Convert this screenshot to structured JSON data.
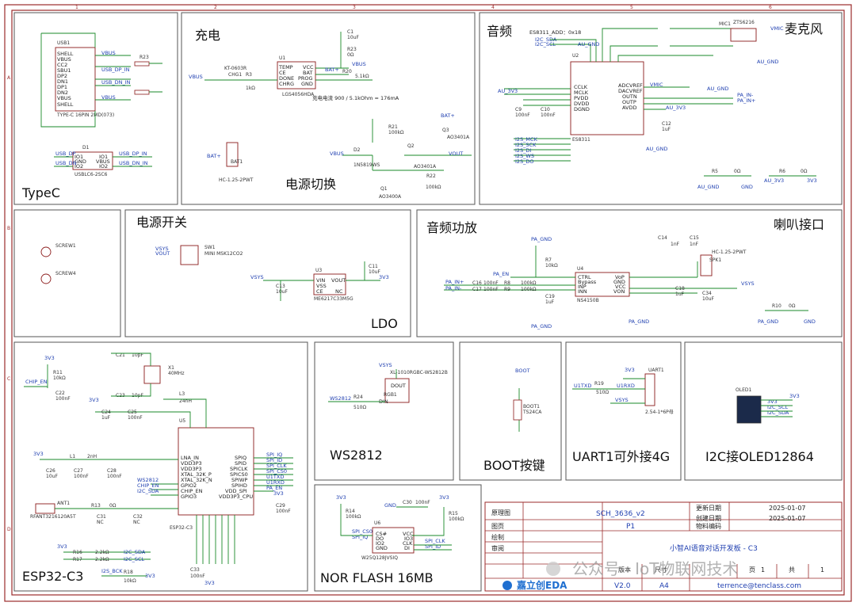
{
  "blocks": {
    "typec": "TypeC",
    "charge": "充电",
    "audio": "音频",
    "mic": "麦克风",
    "power_switch_path": "电源切换",
    "power_switch": "电源开关",
    "ldo": "LDO",
    "amp": "音频功放",
    "speaker": "喇叭接口",
    "esp": "ESP32-C3",
    "ws": "WS2812",
    "boot": "BOOT按键",
    "uart": "UART1可外接4G",
    "oled": "I2C接OLED12864",
    "flash": "NOR FLASH 16MB"
  },
  "components": {
    "usb1": "USB1",
    "usb1_part": "TYPE-C 16PIN 2MD(073)",
    "d1": "D1",
    "d1_part": "USBLC6-2SC6",
    "u1": "U1",
    "u1_part": "LGS4056HDA",
    "chg1": "CHG1",
    "chg_led": "KT-0603R",
    "r3": "R3",
    "r3_val": "1kΩ",
    "c1": "C1",
    "c1_val": "10uF",
    "r23": "R23",
    "r23_val": "0Ω",
    "r20": "R20",
    "r20_val": "5.1kΩ",
    "charge_note": "充电电流 900 / 5.1kOhm = 176mA",
    "bat1": "BAT1",
    "bat1_part": "HC-1.25-2PWT",
    "r21": "R21",
    "r21_val": "100kΩ",
    "d2": "D2",
    "d2_part": "1N5819WS",
    "q1": "Q1",
    "q1_part": "AO3400A",
    "q2": "Q2",
    "q2_part": "AO3401A",
    "q3": "Q3",
    "q3_part": "AO3401A",
    "r22": "R22",
    "r22_val": "100kΩ",
    "u2": "U2",
    "u2_part": "ES8311",
    "es_addr": "ES8311_ADD：0x18",
    "mic1": "MIC1",
    "mic1_part": "ZTS6216",
    "c9": "C9",
    "c9_val": "100nF",
    "c10": "C10",
    "c10_val": "100nF",
    "c12": "C12",
    "c12_val": "1uF",
    "r5": "R5",
    "r5_val": "0Ω",
    "r6": "R6",
    "r6_val": "0Ω",
    "screw1": "SCREW1",
    "screw4": "SCREW4",
    "sw1": "SW1",
    "sw1_part": "MINI MSK12CO2",
    "u3": "U3",
    "u3_part": "ME6217C33M5G",
    "c11": "C11",
    "c11_val": "10uF",
    "c13": "C13",
    "c13_val": "10uF",
    "u4": "U4",
    "u4_part": "NS4150B",
    "r7": "R7",
    "r7_val": "10kΩ",
    "r8": "R8",
    "r8_val": "100kΩ",
    "r9": "R9",
    "r9_val": "100kΩ",
    "c16": "C16",
    "c16_val": "100nF",
    "c17": "C17",
    "c17_val": "100nF",
    "c19": "C19",
    "c19_val": "1uF",
    "c14": "C14",
    "c14_val": "1nF",
    "c15": "C15",
    "c15_val": "1nF",
    "c18": "C18",
    "c18_val": "1uF",
    "c34": "C34",
    "c34_val": "10uF",
    "spk1": "SPK1",
    "spk1_part": "HC-1.25-2PWT",
    "r10": "R10",
    "r10_val": "0Ω",
    "u5": "U5",
    "u5_part": "ESP32-C3",
    "x1": "X1",
    "x1_val": "40MHz",
    "c21": "C21",
    "c21_val": "10pF",
    "c23": "C23",
    "c23_val": "10pF",
    "l3": "L3",
    "l3_val": "24nH",
    "c24": "C24",
    "c24_val": "1uF",
    "c25": "C25",
    "c25_val": "100nF",
    "r11": "R11",
    "r11_val": "10kΩ",
    "c22": "C22",
    "c22_val": "100nF",
    "c26": "C26",
    "c26_val": "10uF",
    "c27": "C27",
    "c27_val": "100nF",
    "l1": "L1",
    "l1_val": "2nH",
    "c28": "C28",
    "c28_val": "100nF",
    "ant1": "ANT1",
    "ant1_part": "RFANT3216120A5T",
    "r13": "R13",
    "r13_val": "0Ω",
    "c31": "C31",
    "c31_val": "NC",
    "c32": "C32",
    "c32_val": "NC",
    "r16": "R16",
    "r16_val": "2.2kΩ",
    "r17": "R17",
    "r17_val": "2.2kΩ",
    "r18": "R18",
    "r18_val": "10kΩ",
    "c29": "C29",
    "c29_val": "100nF",
    "c33": "C33",
    "c33_val": "100nF",
    "rgb1": "RGB1",
    "rgb1_part": "XL-1010RGBC-WS2812B",
    "r24": "R24",
    "r24_val": "510Ω",
    "boot1": "BOOT1",
    "boot1_part": "TS24CA",
    "uart1": "UART1",
    "uart1_part": "2.54-1*6P母",
    "r19": "R19",
    "r19_val": "510Ω",
    "oled1": "OLED1",
    "u6": "U6",
    "u6_part": "W25Q128JVSIQ",
    "c30": "C30",
    "c30_val": "100nF",
    "r14": "R14",
    "r14_val": "100kΩ",
    "r15": "R15",
    "r15_val": "100kΩ"
  },
  "nets": {
    "vbus": "VBUS",
    "usb_dp": "USB_DP",
    "usb_dn": "USB_DN",
    "usb_dp_in": "USB_DP_IN",
    "usb_dn_in": "USB_DN_IN",
    "bat": "BAT+",
    "vout": "VOUT",
    "vsys": "VSYS",
    "gnd": "GND",
    "v33": "3V3",
    "i2c_sda": "I2C_SDA",
    "i2c_scl": "I2C_SCL",
    "au_gnd": "AU_GND",
    "au_3v3": "AU_3V3",
    "vmic": "VMIC",
    "pa_inn": "PA_IN-",
    "pa_inp": "PA_IN+",
    "pa_gnd": "PA_GND",
    "pa_en": "PA_EN",
    "i2s_mck": "I2S_MCK",
    "i2s_sck": "I2S_SCK",
    "i2s_di": "I2S_DI",
    "i2s_ws": "I2S_WS",
    "i2s_do": "I2S_DO",
    "chip_en": "CHIP_EN",
    "ws2812": "WS2812",
    "spi_cs0": "SPI_CS0",
    "spi_iq": "SPI_IQ",
    "spi_id": "SPI_ID",
    "spi_clk": "SPI_CLK",
    "u1txd": "U1TXD",
    "u1rxd": "U1RXD",
    "i2s_bck": "I2S_BCK",
    "boot": "BOOT"
  },
  "titleblock": {
    "label_sch": "原理图",
    "sch_name": "SCH_3636_v2",
    "label_update": "更新日期",
    "update_date": "2025-01-07",
    "label_create": "创建日期",
    "create_date": "2025-01-07",
    "label_page": "图页",
    "page": "P1",
    "label_material": "物料编码",
    "label_draw": "绘制",
    "label_review": "审阅",
    "board": "小智AI语音对话开发板 - C3",
    "version": "V2.0",
    "size": "A4",
    "label_size": "尺寸",
    "label_page_no": "页",
    "page_no": "1",
    "label_total": "共",
    "total": "1",
    "email": "terrence@tenclass.com",
    "brand": "嘉立创EDA",
    "label_version": "版本"
  },
  "watermark": "公众号 · IoT物联网技术",
  "zones": {
    "cols": [
      "1",
      "2",
      "3",
      "4",
      "5",
      "6"
    ],
    "rows": [
      "A",
      "B",
      "C",
      "D"
    ]
  },
  "colors": {
    "frame": "#9b2b2b",
    "wire": "#1a8a2a",
    "net": "#1f3fb0",
    "chip": "#8b1a1a"
  }
}
